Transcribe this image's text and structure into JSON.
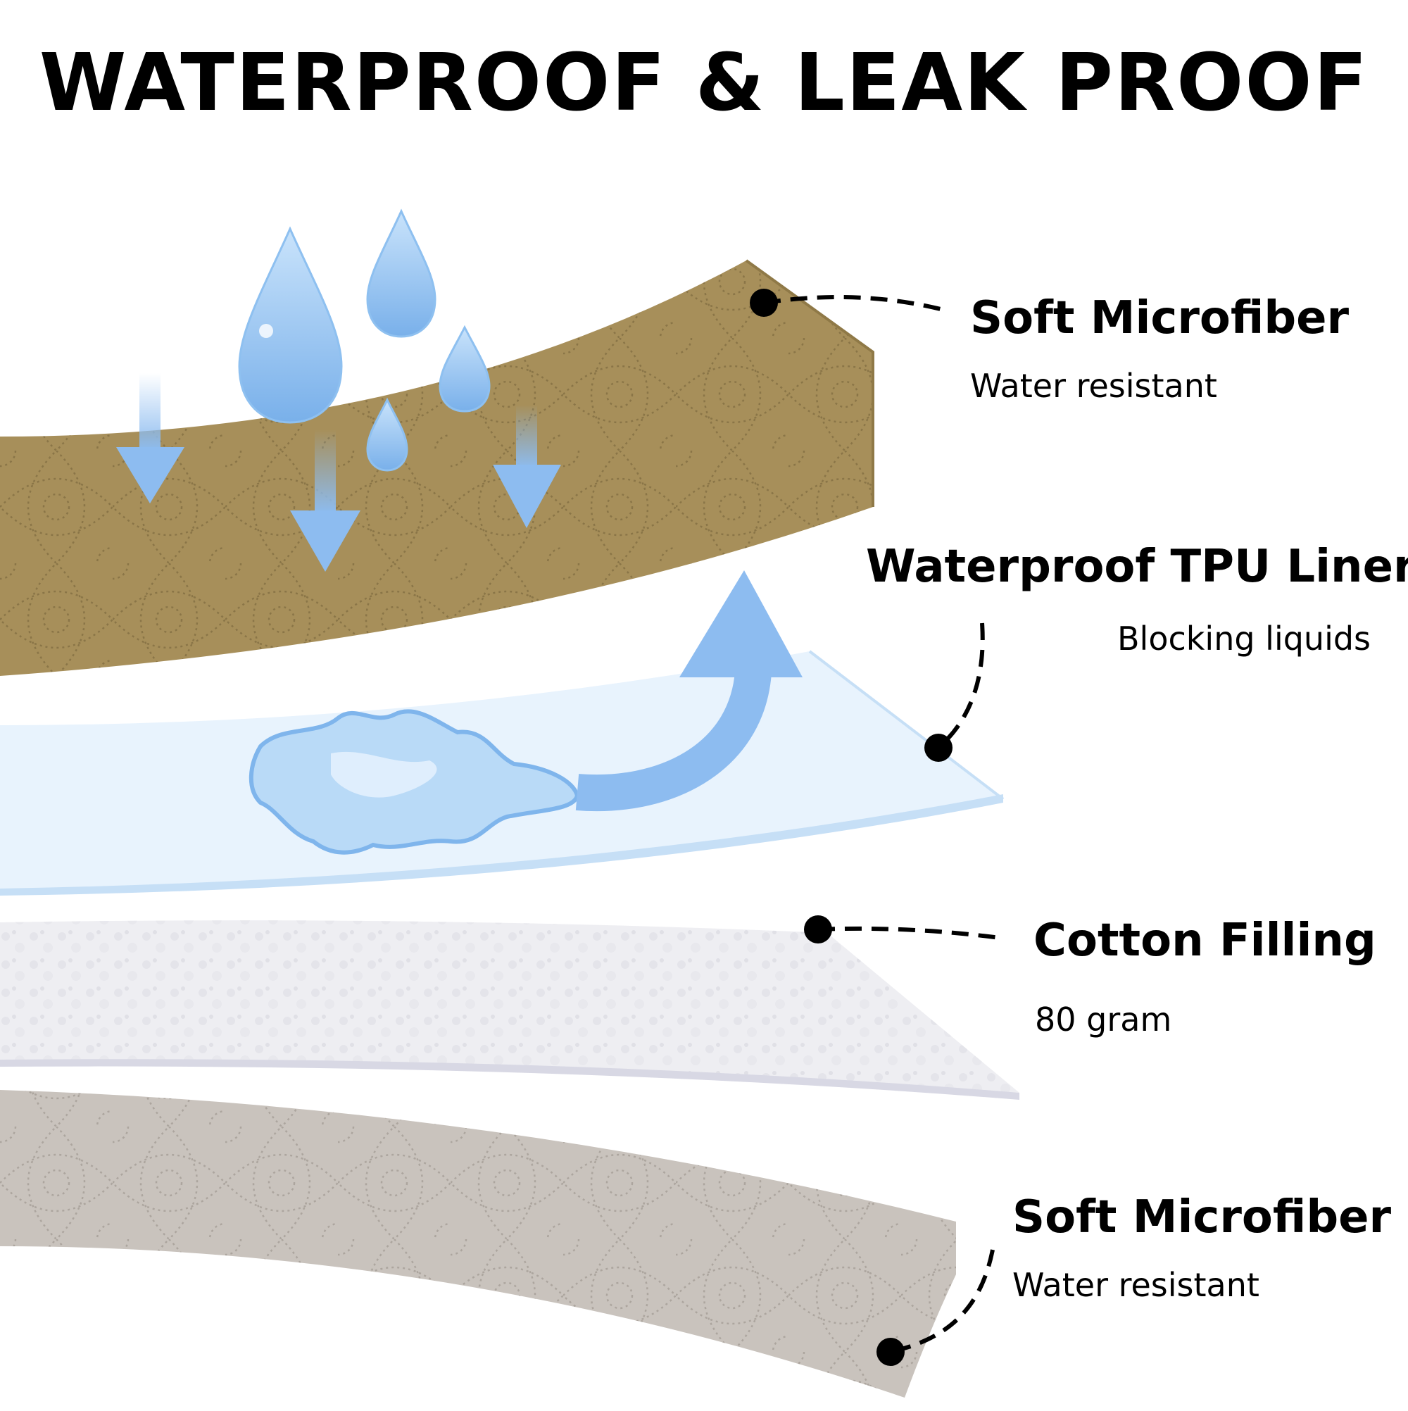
{
  "headline": "WATERPROOF & LEAK PROOF",
  "layers": [
    {
      "title": "Soft Microfiber",
      "subtitle": "Water resistant",
      "color": "#a78f5a"
    },
    {
      "title": "Waterproof TPU Liner",
      "subtitle": "Blocking liquids",
      "color": "#e8f3fd"
    },
    {
      "title": "Cotton Filling",
      "subtitle": "80 gram",
      "color": "#eeeef2"
    },
    {
      "title": "Soft Microfiber",
      "subtitle": "Water resistant",
      "color": "#c9c3bd"
    }
  ],
  "colors": {
    "water_light": "#b9daf7",
    "water_mid": "#7fb5ec",
    "arrow": "#8dbcf0",
    "text": "#000000"
  },
  "icons": [
    "water-drop-icon",
    "down-arrow-icon",
    "curved-up-arrow-icon",
    "water-splash-icon"
  ]
}
